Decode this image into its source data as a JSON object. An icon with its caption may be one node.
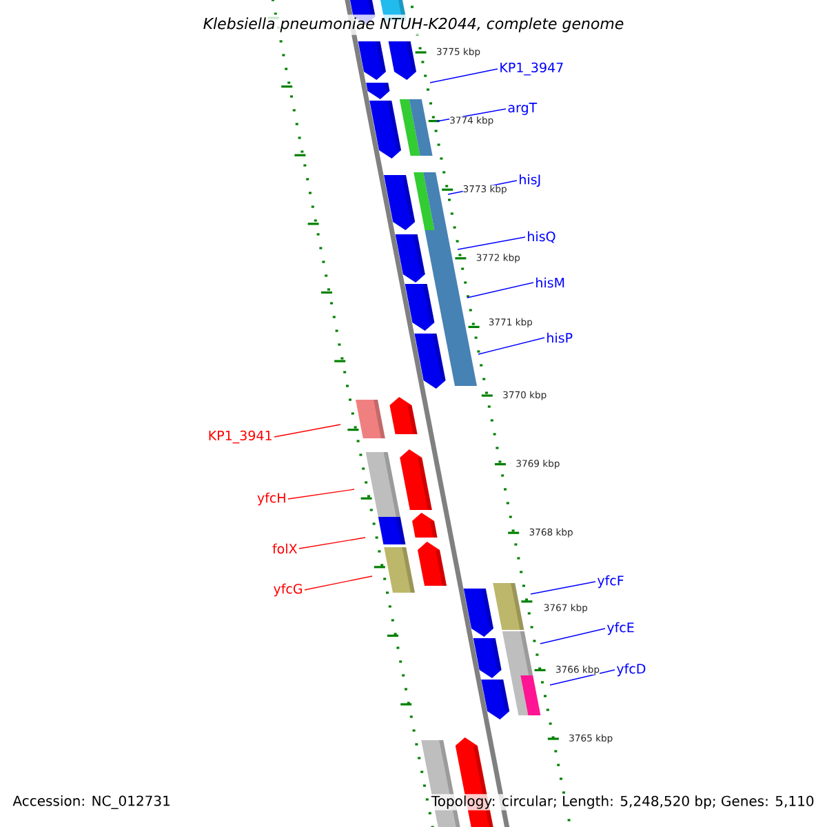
{
  "diagram": {
    "title": "Klebsiella pneumoniae NTUH-K2044, complete genome",
    "nodes": [
      {
        "text": [
          "KP1_3947"
        ]
      },
      {
        "text": [
          "argT"
        ]
      },
      {
        "text": [
          "hisJ"
        ]
      },
      {
        "text": [
          "hisQ"
        ]
      },
      {
        "text": [
          "hisM"
        ]
      },
      {
        "text": [
          "hisP"
        ]
      },
      {
        "text": [
          "KP1_3941"
        ]
      },
      {
        "text": [
          "yfcH"
        ]
      },
      {
        "text": [
          "folX"
        ]
      },
      {
        "text": [
          "yfcG"
        ]
      },
      {
        "text": [
          "yfcF"
        ]
      },
      {
        "text": [
          "yfcE"
        ]
      },
      {
        "text": [
          "yfcD"
        ]
      }
    ],
    "edges": [
      {
        "from": 0,
        "to": null,
        "arrow": "none"
      },
      {
        "from": 1,
        "to": null,
        "arrow": "none"
      },
      {
        "from": 2,
        "to": null,
        "arrow": "none"
      },
      {
        "from": 3,
        "to": null,
        "arrow": "none"
      },
      {
        "from": 4,
        "to": null,
        "arrow": "none"
      },
      {
        "from": 5,
        "to": null,
        "arrow": "none"
      },
      {
        "from": 6,
        "to": null,
        "arrow": "none",
        "color": "#ff0000"
      },
      {
        "from": 7,
        "to": null,
        "arrow": "none",
        "color": "#ff0000"
      },
      {
        "from": 8,
        "to": null,
        "arrow": "none",
        "color": "#ff0000"
      },
      {
        "from": 9,
        "to": null,
        "arrow": "none",
        "color": "#ff0000"
      },
      {
        "from": 10,
        "to": null,
        "arrow": "none"
      },
      {
        "from": 11,
        "to": null,
        "arrow": "none"
      },
      {
        "from": 12,
        "to": null,
        "arrow": "none"
      }
    ],
    "labels": [
      "3775 kbp",
      "3774 kbp",
      "3773 kbp",
      "3772 kbp",
      "3771 kbp",
      "3770 kbp",
      "3769 kbp",
      "3768 kbp",
      "3767 kbp",
      "3766 kbp",
      "3765 kbp",
      "Accession: NC_012731",
      "Topology: circular; Length: 5,248,520 bp; Genes: 5,110"
    ]
  }
}
